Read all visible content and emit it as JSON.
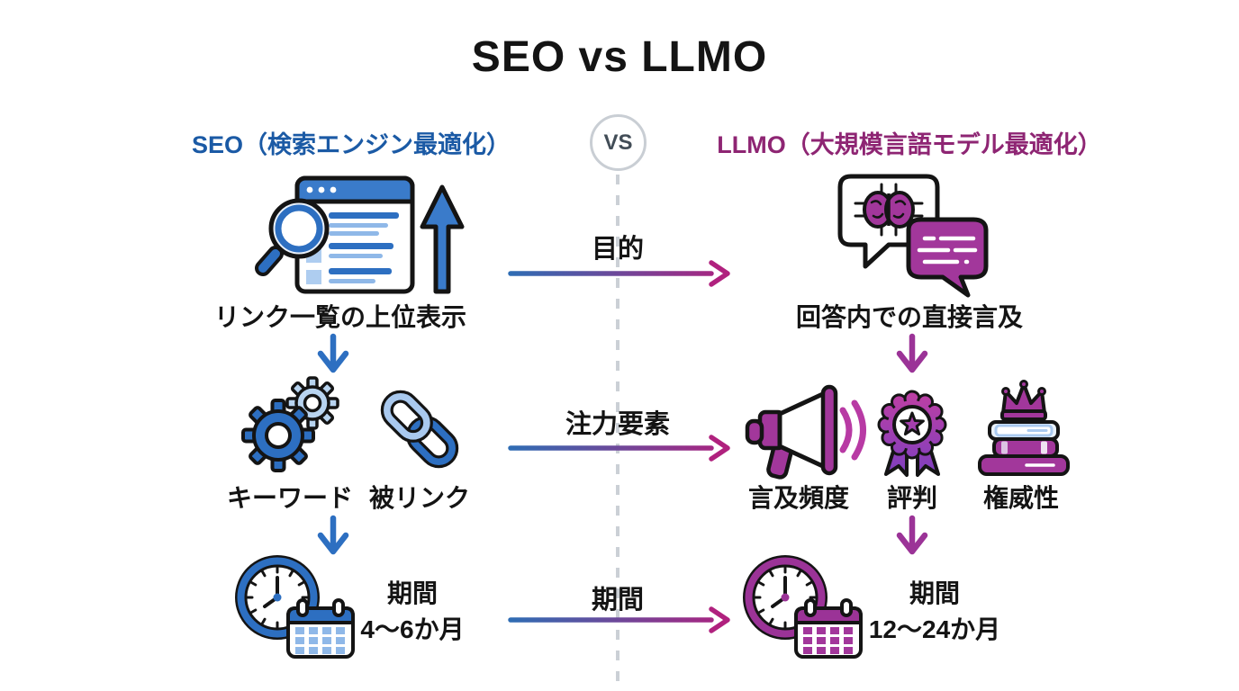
{
  "title": "SEO vs LLMO",
  "vs_label": "VS",
  "left": {
    "header": "SEO（検索エンジン最適化）",
    "row1_label": "リンク一覧の上位表示",
    "row2_item1": "キーワード",
    "row2_item2": "被リンク",
    "row3_title": "期間",
    "row3_value": "4〜6か月"
  },
  "right": {
    "header": "LLMO（大規模言語モデル最適化）",
    "row1_label": "回答内での直接言及",
    "row2_item1": "言及頻度",
    "row2_item2": "評判",
    "row2_item3": "権威性",
    "row3_title": "期間",
    "row3_value": "12〜24か月"
  },
  "center": {
    "row1": "目的",
    "row2": "注力要素",
    "row3": "期間"
  },
  "icons": {
    "left_row1": "search-ranking-icon",
    "left_row2_a": "gears-icon",
    "left_row2_b": "chain-link-icon",
    "left_row3": "clock-calendar-icon",
    "right_row1": "ai-chat-bubbles-icon",
    "right_row2_a": "megaphone-icon",
    "right_row2_b": "award-badge-icon",
    "right_row2_c": "books-crown-icon",
    "right_row3": "clock-calendar-icon",
    "center": "vs-badge"
  },
  "colors": {
    "seo_header": "#1b5aa5",
    "seo_icon": "#2d6fc1",
    "seo_icon_light": "#8fb8e8",
    "llmo_header": "#8e2573",
    "llmo_icon": "#9b3397",
    "gradient_start": "#2e6db4",
    "gradient_end": "#b0217e",
    "divider": "#cbd0d6",
    "text": "#141414"
  }
}
